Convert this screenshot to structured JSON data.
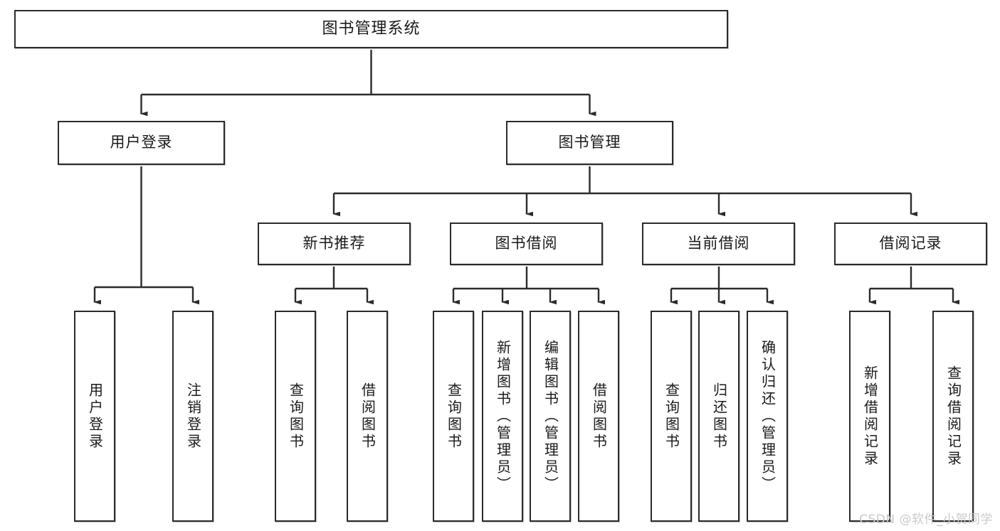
{
  "diagram": {
    "type": "tree-hierarchy",
    "title": "图书管理系统",
    "watermark": "CSDN @软件_小贺同学",
    "root": {
      "label": "图书管理系统"
    },
    "level2": [
      {
        "label": "用户登录"
      },
      {
        "label": "图书管理"
      }
    ],
    "level3": [
      {
        "label": "新书推荐"
      },
      {
        "label": "图书借阅"
      },
      {
        "label": "当前借阅"
      },
      {
        "label": "借阅记录"
      }
    ],
    "leaves": {
      "user_login": [
        {
          "label": "用户登录"
        },
        {
          "label": "注销登录"
        }
      ],
      "new_book_recommend": [
        {
          "label": "查询图书"
        },
        {
          "label": "借阅图书"
        }
      ],
      "book_borrow": [
        {
          "label": "查询图书"
        },
        {
          "label": "新增图书（管理员）"
        },
        {
          "label": "编辑图书（管理员）"
        },
        {
          "label": "借阅图书"
        }
      ],
      "current_borrow": [
        {
          "label": "查询图书"
        },
        {
          "label": "归还图书"
        },
        {
          "label": "确认归还（管理员）"
        }
      ],
      "borrow_record": [
        {
          "label": "新增借阅记录"
        },
        {
          "label": "查询借阅记录"
        }
      ]
    }
  },
  "colors": {
    "stroke": "#2b2b2b",
    "fill": "#ffffff",
    "text": "#1a1a1a",
    "watermark": "#c9c9c9"
  }
}
